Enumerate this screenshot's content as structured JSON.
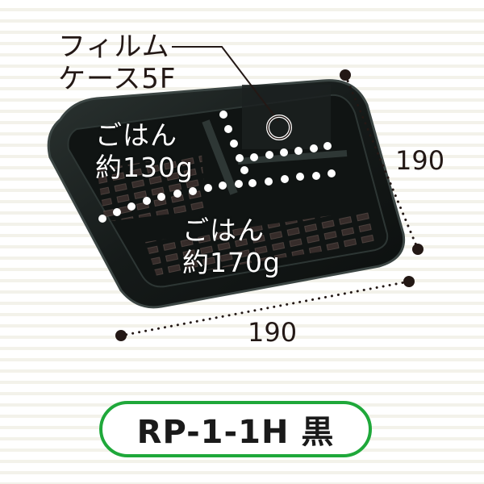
{
  "callout": {
    "line1": "フィルム",
    "line2": "ケース5F"
  },
  "compartments": [
    {
      "name": "ごはん",
      "amount": "約130g"
    },
    {
      "name": "ごはん",
      "amount": "約170g"
    }
  ],
  "dimensions": {
    "depth": "190",
    "width": "190"
  },
  "model": {
    "label": "RP-1-1H 黒",
    "border_color": "#1fa83a"
  }
}
